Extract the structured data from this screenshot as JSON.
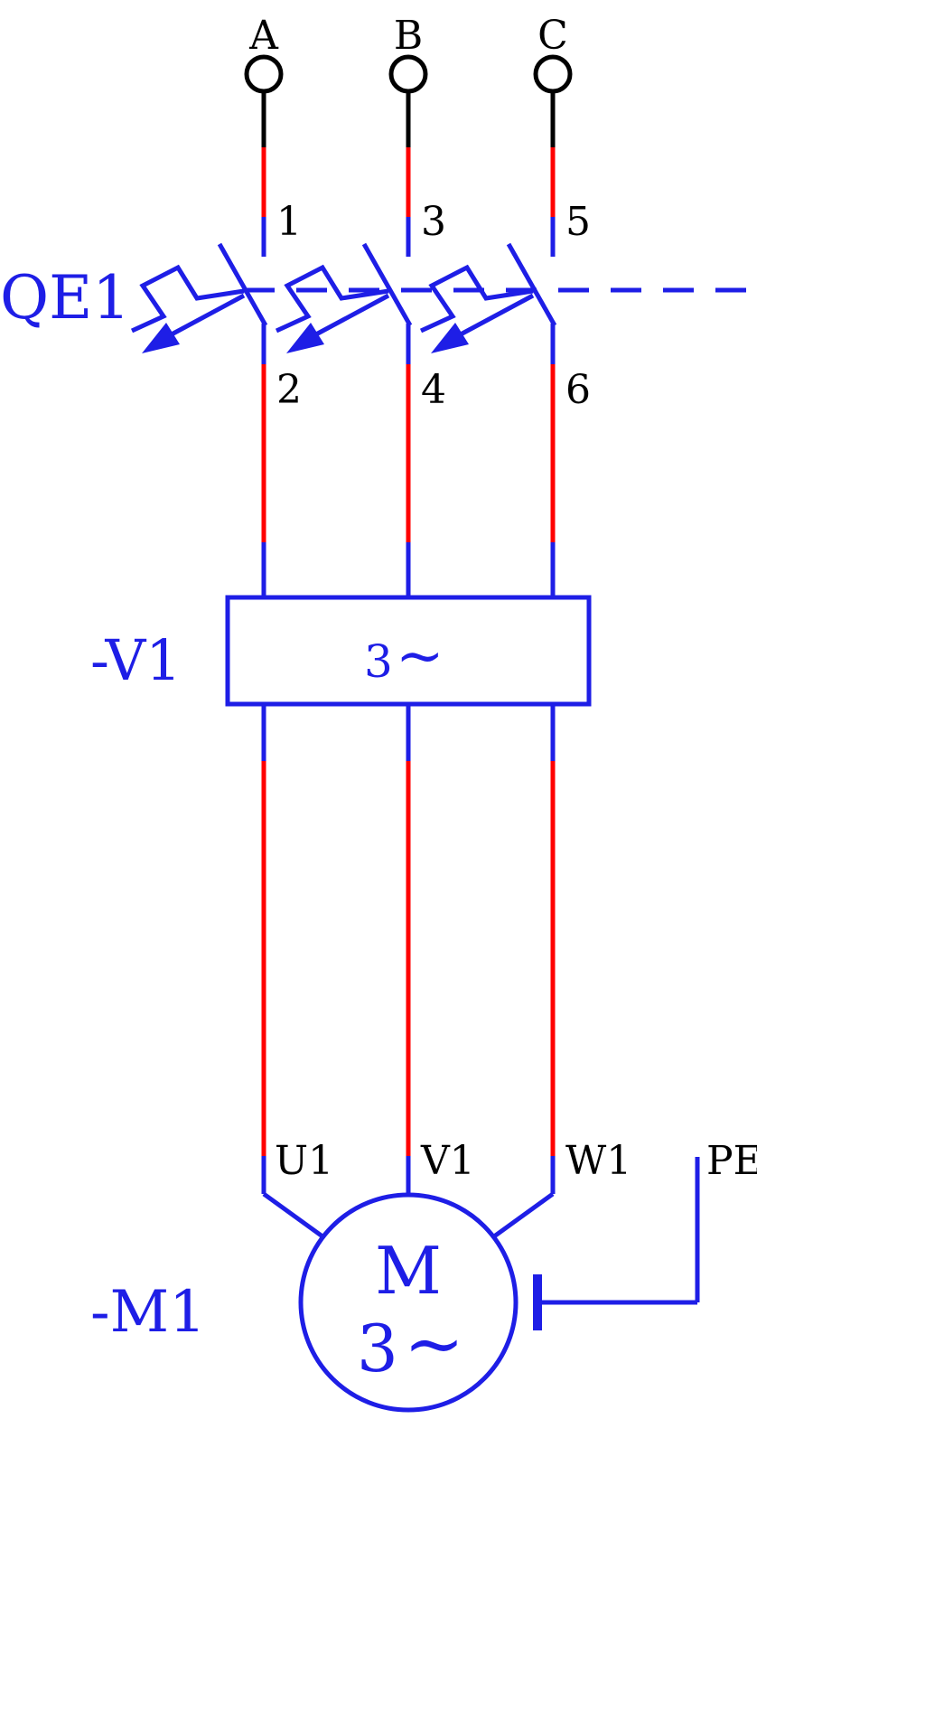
{
  "terminals": [
    {
      "label": "A"
    },
    {
      "label": "B"
    },
    {
      "label": "C"
    }
  ],
  "breaker": {
    "designation": "QE1",
    "poles": [
      {
        "top": "1",
        "bottom": "2"
      },
      {
        "top": "3",
        "bottom": "4"
      },
      {
        "top": "5",
        "bottom": "6"
      }
    ]
  },
  "converter": {
    "designation": "-V1",
    "symbol": "3",
    "tilde": "~"
  },
  "motor": {
    "designation": "-M1",
    "letter": "M",
    "symbol": "3",
    "tilde": "~",
    "terminals": [
      "U1",
      "V1",
      "W1"
    ],
    "pe": "PE"
  },
  "colors": {
    "black_wire": "#000000",
    "red_wire": "#ff0000",
    "blue_wire": "#1e1ee6"
  }
}
